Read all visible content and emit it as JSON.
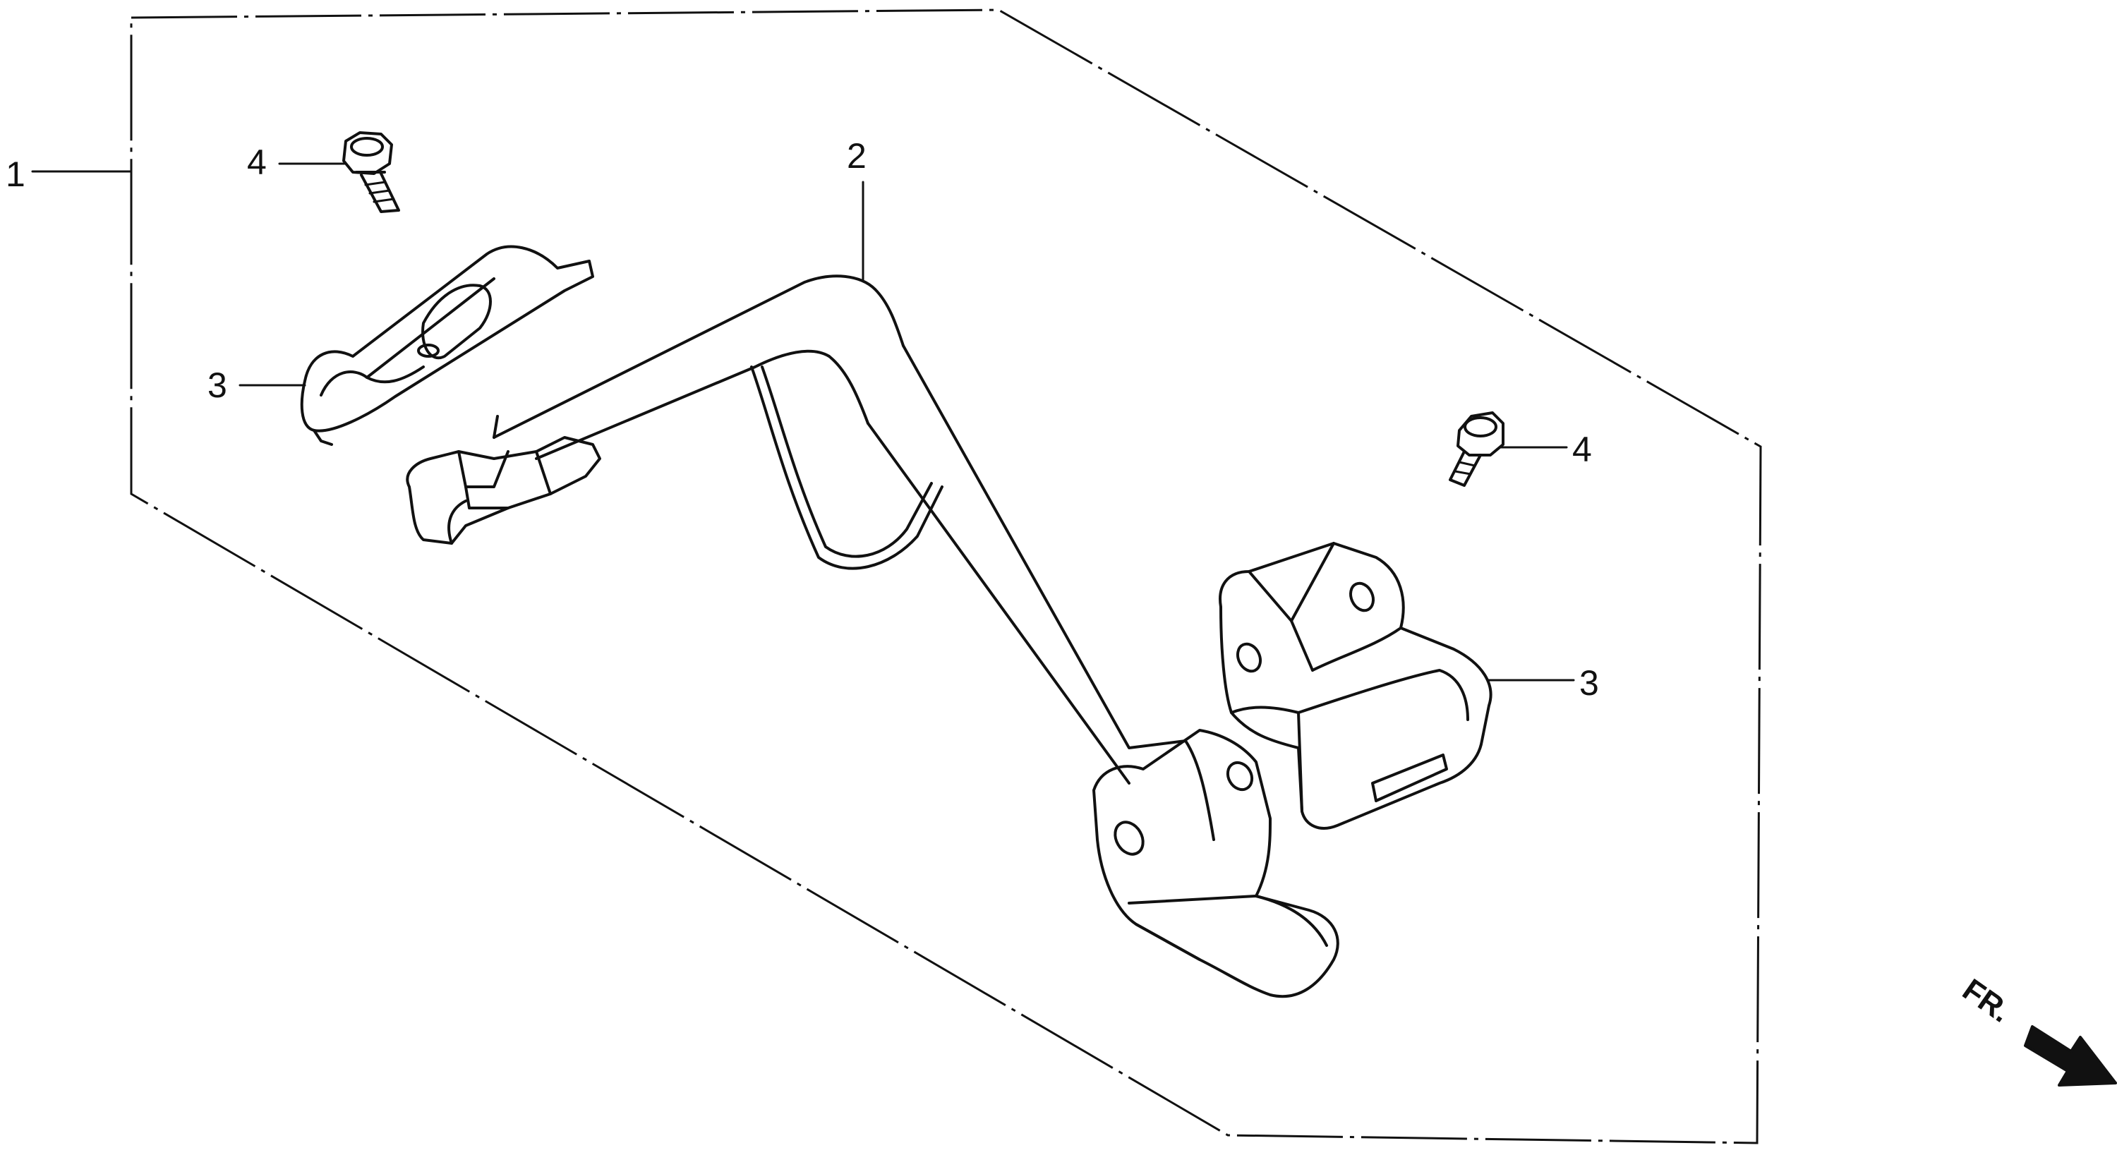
{
  "callouts": {
    "assembly": "1",
    "stay": "2",
    "clamp_left": "3",
    "clamp_right": "3",
    "bolt_left": "4",
    "bolt_right": "4"
  },
  "direction_marker": "FR."
}
